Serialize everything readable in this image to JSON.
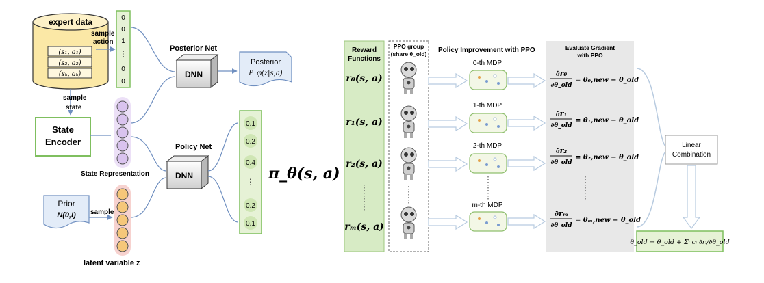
{
  "left": {
    "expert_data": {
      "title": "expert data",
      "rows": [
        "(s₁, a₁)",
        "(s₂, a₂)",
        "(sₖ, aₖ)"
      ]
    },
    "sample_action": [
      "sample",
      "action"
    ],
    "action_vector": [
      "0",
      "0",
      "1",
      "⋮",
      "0",
      "0"
    ],
    "posterior_net": {
      "title": "Posterior Net",
      "dnn": "DNN",
      "out_title": "Posterior",
      "out_formula": "P_φ(z|s,a)"
    },
    "sample_state": [
      "sample",
      "state"
    ],
    "state_encoder": [
      "State",
      "Encoder"
    ],
    "state_repr_label": "State Representation",
    "policy_net": {
      "title": "Policy Net",
      "dnn": "DNN",
      "probs": [
        "0.1",
        "0.2",
        "0.4",
        "⋮",
        "0.2",
        "0.1"
      ],
      "pi_label": "π_θ(s, a)"
    },
    "prior": {
      "title": "Prior",
      "dist": "N(0,I)"
    },
    "sample_label": "sample",
    "latent_label": "latent variable z"
  },
  "right": {
    "reward_header": [
      "Reward",
      "Functions"
    ],
    "rewards": [
      "r₀(s, a)",
      "r₁(s, a)",
      "r₂(s, a)",
      "rₘ(s, a)"
    ],
    "ppo_header": [
      "PPO group",
      "(share θ_old)"
    ],
    "policy_header": "Policy Improvement with PPO",
    "mdps": [
      "0-th MDP",
      "1-th MDP",
      "2-th MDP",
      "m-th MDP"
    ],
    "eval_header": [
      "Evaluate Gradient",
      "with PPO"
    ],
    "gradients": [
      {
        "num": "∂r₀",
        "den": "∂θ_old",
        "rhs": "= θ₀,new − θ_old"
      },
      {
        "num": "∂r₁",
        "den": "∂θ_old",
        "rhs": "= θ₁,new − θ_old"
      },
      {
        "num": "∂r₂",
        "den": "∂θ_old",
        "rhs": "= θ₂,new − θ_old"
      },
      {
        "num": "∂rₘ",
        "den": "∂θ_old",
        "rhs": "= θₘ,new − θ_old"
      }
    ],
    "linear_combination": [
      "Linear",
      "Combination"
    ],
    "update_rule": "θ_old → θ_old + Σᵢ cᵢ ∂rᵢ/∂θ_old"
  },
  "colors": {
    "cylinder": "#fbe8a6",
    "green_box": "#e6f2d6",
    "green_border": "#7fbf5f",
    "blue_line": "#6f8fc0",
    "purple": "#d9c3ee",
    "purple_bg": "#ece0f7",
    "orange": "#f6c77a",
    "red_bg": "#f7d2cf",
    "gray_panel": "#e8e8e8",
    "reward_panel": "#d7ebc5"
  }
}
